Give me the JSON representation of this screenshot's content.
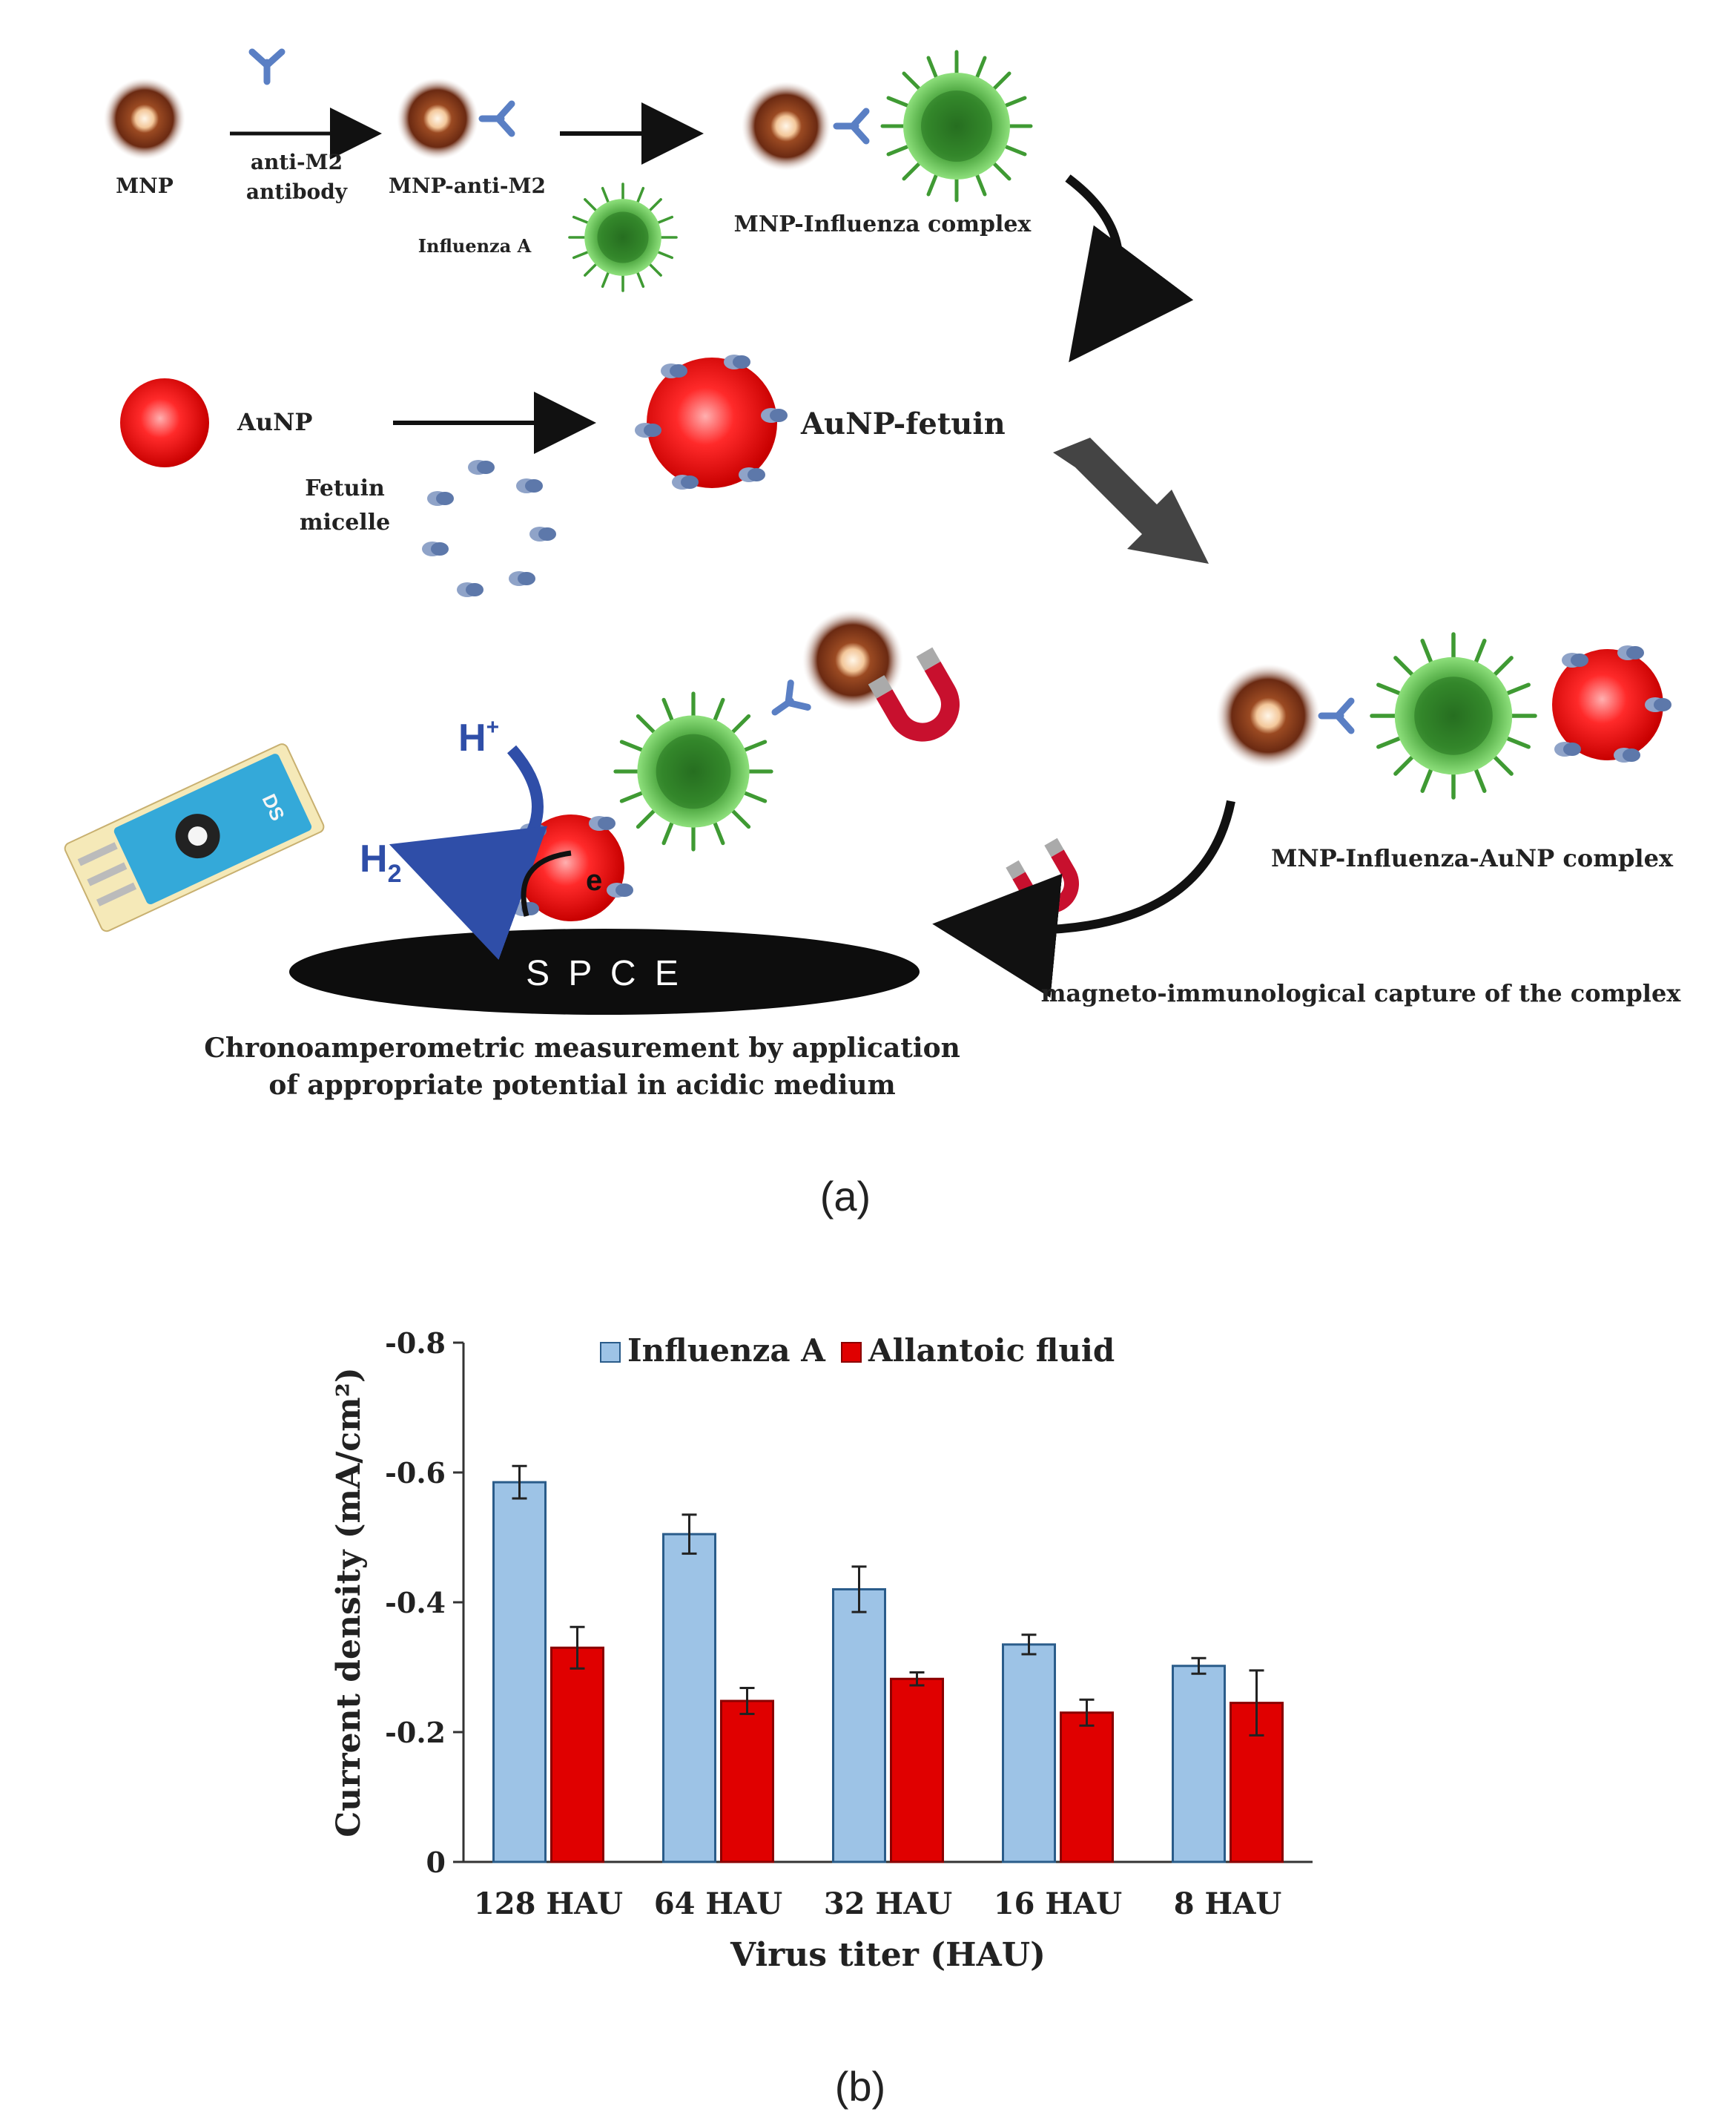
{
  "scheme": {
    "labels": {
      "mnp": "MNP",
      "anti_m2": "anti-M2",
      "antibody": "antibody",
      "mnp_anti_m2": "MNP-anti-M2",
      "influenza_a": "Influenza A",
      "mnp_influenza": "MNP-Influenza complex",
      "aunp": "AuNP",
      "fetuin": "Fetuin",
      "micelle": "micelle",
      "aunp_fetuin": "AuNP-fetuin",
      "h_plus": "H",
      "h_plus_sup": "+",
      "h2": "H",
      "h2_sub": "2",
      "electron": "e",
      "spce": "S P C E",
      "chrono_1": "Chronoamperometric measurement by application",
      "chrono_2": "of appropriate potential in acidic medium",
      "complex_full": "MNP-Influenza-AuNP complex",
      "capture": "magneto-immunological capture of the complex",
      "strip_text": "DS"
    },
    "caption": "(a)"
  },
  "chart_data": {
    "type": "bar",
    "categories": [
      "128 HAU",
      "64 HAU",
      "32 HAU",
      "16 HAU",
      "8 HAU"
    ],
    "series": [
      {
        "name": "Influenza A",
        "color": "#9dc3e6",
        "values": [
          -0.585,
          -0.505,
          -0.42,
          -0.335,
          -0.302
        ],
        "errors": [
          0.025,
          0.03,
          0.035,
          0.015,
          0.012
        ]
      },
      {
        "name": "Allantoic fluid",
        "color": "#e00000",
        "values": [
          -0.33,
          -0.248,
          -0.282,
          -0.23,
          -0.245
        ],
        "errors": [
          0.032,
          0.02,
          0.01,
          0.02,
          0.05
        ]
      }
    ],
    "ylim": [
      0,
      -0.8
    ],
    "yticks": [
      0,
      -0.2,
      -0.4,
      -0.6,
      -0.8
    ],
    "ytick_labels": [
      "0",
      "-0.2",
      "-0.4",
      "-0.6",
      "-0.8"
    ],
    "xlabel": "Virus titer (HAU)",
    "ylabel": "Current density (mA/cm²)",
    "legend": "top",
    "grid": false
  },
  "chart_caption": "(b)"
}
